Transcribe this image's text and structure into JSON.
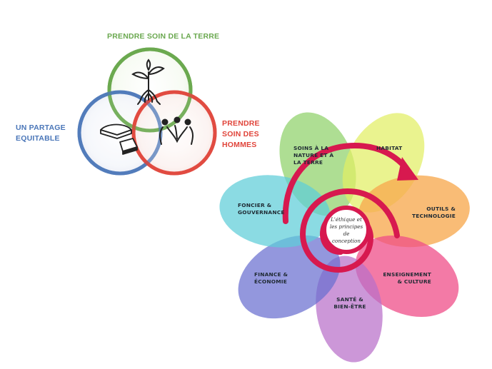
{
  "venn": {
    "earth": "PRENDRE SOIN DE LA TERRE",
    "share": "UN PARTAGE EQUITABLE",
    "people": "PRENDRE SOIN DES HOMMES",
    "colors": {
      "earth": "#6aa84f",
      "share": "#4a76b8",
      "people": "#e0443a"
    },
    "icons": {
      "earth": "tree-with-roots-icon",
      "share": "pie-slices-icon",
      "people": "people-heart-icon"
    }
  },
  "flower": {
    "center": "L'éthique et les principes de conception",
    "petals": {
      "nature": "SOINS À LA NATURE ET À LA TERRE",
      "habitat": "HABITAT",
      "outils": "OUTILS & TECHNOLOGIE",
      "enseignement": "ENSEIGNEMENT & CULTURE",
      "sante": "SANTÉ & BIEN-ÊTRE",
      "finance": "FINANCE & ÉCONOMIE",
      "foncier": "FONCIER & GOUVERNANCE"
    },
    "spiral_color": "#d7194f"
  }
}
